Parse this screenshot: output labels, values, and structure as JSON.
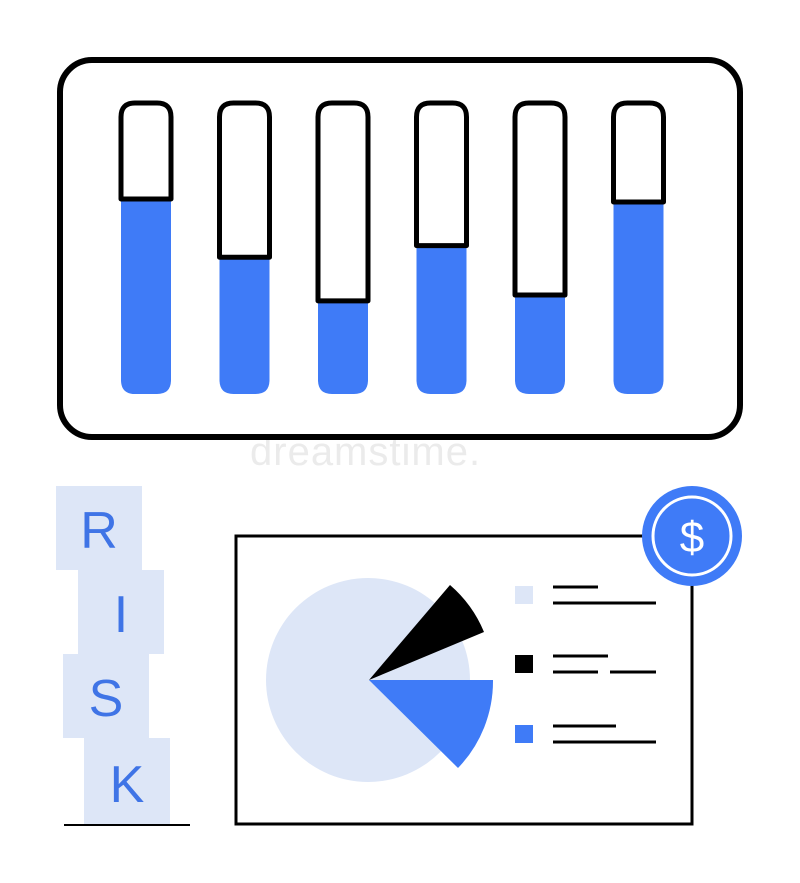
{
  "watermark": "dreamstime.",
  "colors": {
    "blue": "#3f7bf7",
    "light_blue": "#dde6f7",
    "ink": "#000000"
  },
  "panel": {
    "tube_levels": [
      0.67,
      0.47,
      0.32,
      0.51,
      0.34,
      0.66
    ]
  },
  "risk": {
    "letters": [
      "R",
      "I",
      "S",
      "K"
    ]
  },
  "board": {
    "coin_symbol": "$",
    "pie_slices": [
      {
        "name": "large-light",
        "color": "light_blue"
      },
      {
        "name": "black",
        "color": "ink"
      },
      {
        "name": "blue",
        "color": "blue"
      }
    ],
    "legend": [
      {
        "color": "light_blue"
      },
      {
        "color": "ink"
      },
      {
        "color": "blue"
      }
    ]
  }
}
